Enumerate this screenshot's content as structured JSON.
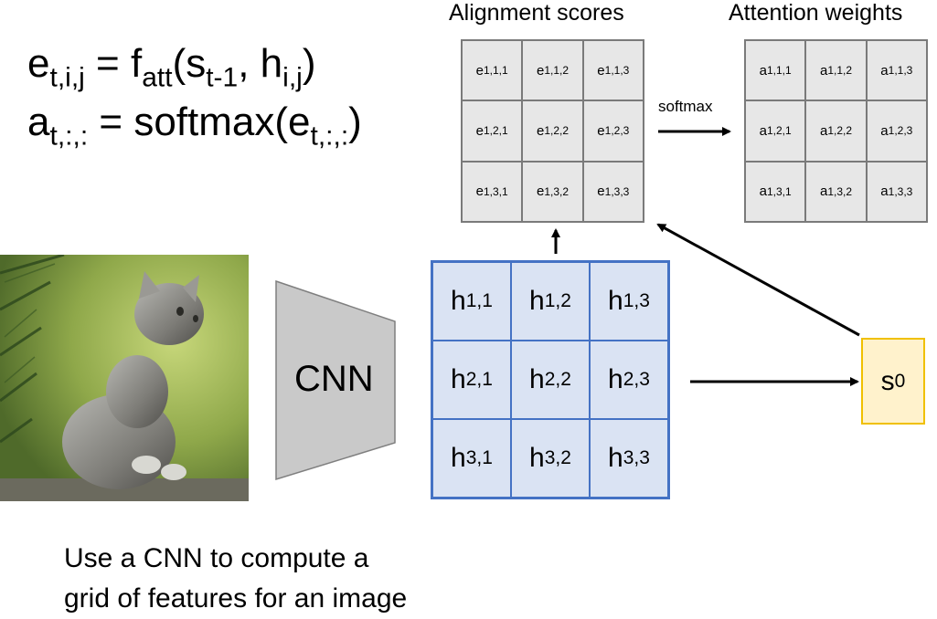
{
  "equations": {
    "line1": {
      "e": "e",
      "e_sub": "t,i,j",
      "eq": " = f",
      "f_sub": "att",
      "open": "(s",
      "s_sub": "t-1",
      "mid": ", h",
      "h_sub": "i,j",
      "close": ")"
    },
    "line2": {
      "a": "a",
      "a_sub": "t,:,:",
      "eq": " = softmax(e",
      "e_sub": "t,:,:",
      "close": ")"
    }
  },
  "alignment": {
    "title": "Alignment scores",
    "cells": [
      {
        "base": "e",
        "sub": "1,1,1"
      },
      {
        "base": "e",
        "sub": "1,1,2"
      },
      {
        "base": "e",
        "sub": "1,1,3"
      },
      {
        "base": "e",
        "sub": "1,2,1"
      },
      {
        "base": "e",
        "sub": "1,2,2"
      },
      {
        "base": "e",
        "sub": "1,2,3"
      },
      {
        "base": "e",
        "sub": "1,3,1"
      },
      {
        "base": "e",
        "sub": "1,3,2"
      },
      {
        "base": "e",
        "sub": "1,3,3"
      }
    ]
  },
  "attention": {
    "title": "Attention weights",
    "cells": [
      {
        "base": "a",
        "sub": "1,1,1"
      },
      {
        "base": "a",
        "sub": "1,1,2"
      },
      {
        "base": "a",
        "sub": "1,1,3"
      },
      {
        "base": "a",
        "sub": "1,2,1"
      },
      {
        "base": "a",
        "sub": "1,2,2"
      },
      {
        "base": "a",
        "sub": "1,2,3"
      },
      {
        "base": "a",
        "sub": "1,3,1"
      },
      {
        "base": "a",
        "sub": "1,3,2"
      },
      {
        "base": "a",
        "sub": "1,3,3"
      }
    ]
  },
  "softmax_label": "softmax",
  "cnn_label": "CNN",
  "features": {
    "cells": [
      {
        "base": "h",
        "sub": "1,1"
      },
      {
        "base": "h",
        "sub": "1,2"
      },
      {
        "base": "h",
        "sub": "1,3"
      },
      {
        "base": "h",
        "sub": "2,1"
      },
      {
        "base": "h",
        "sub": "2,2"
      },
      {
        "base": "h",
        "sub": "2,3"
      },
      {
        "base": "h",
        "sub": "3,1"
      },
      {
        "base": "h",
        "sub": "3,2"
      },
      {
        "base": "h",
        "sub": "3,3"
      }
    ]
  },
  "state": {
    "base": "s",
    "sub": "0"
  },
  "caption": {
    "line1": "Use a CNN to compute a",
    "line2": "grid of features for an image"
  },
  "colors": {
    "feature_fill": "#dae3f3",
    "feature_border": "#4472c4",
    "score_fill": "#e7e7e7",
    "state_fill": "#fff2cc",
    "state_border": "#f0c000",
    "cnn_fill": "#c9c9c9"
  },
  "image": {
    "subject": "kitten-photo"
  }
}
